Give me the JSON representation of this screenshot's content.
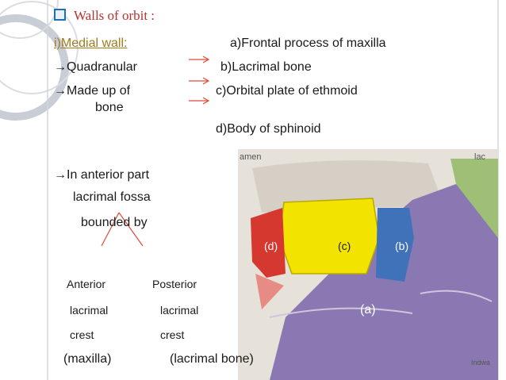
{
  "slide": {
    "title": "Walls of orbit :",
    "medial_wall": "i)Medial wall:",
    "quadranular": "→Quadranular",
    "made_up_of": "→Made up of",
    "bone": "bone",
    "bones": [
      "a)Frontal process of maxilla",
      "b)Lacrimal bone",
      "c)Orbital plate of ethmoid",
      "d)Body of sphinoid"
    ],
    "anterior_part": "→In anterior part",
    "lacrimal_fossa": "lacrimal fossa",
    "bounded_by": "bounded by",
    "anterior": {
      "line1": "Anterior",
      "line2": "lacrimal",
      "line3": "crest",
      "origin": "(maxilla)"
    },
    "posterior": {
      "line1": "Posterior",
      "line2": "lacrimal",
      "line3": "crest",
      "origin": "(lacrimal bone)"
    }
  },
  "figure": {
    "labels": {
      "d": "(d)",
      "c": "(c)",
      "b": "(b)",
      "a": "(a)"
    },
    "fragments": {
      "top_left": "amen",
      "top_right": "lac",
      "bottom_right": "Indwa"
    },
    "colors": {
      "yellow": "#f2e300",
      "blue": "#3f72b8",
      "red": "#d5382f",
      "purple": "#8a78b3",
      "green": "#9fbf77"
    }
  },
  "colors": {
    "title": "#b5332e",
    "arrow": "#e04a38",
    "accent_blue": "#1f6fb8"
  }
}
